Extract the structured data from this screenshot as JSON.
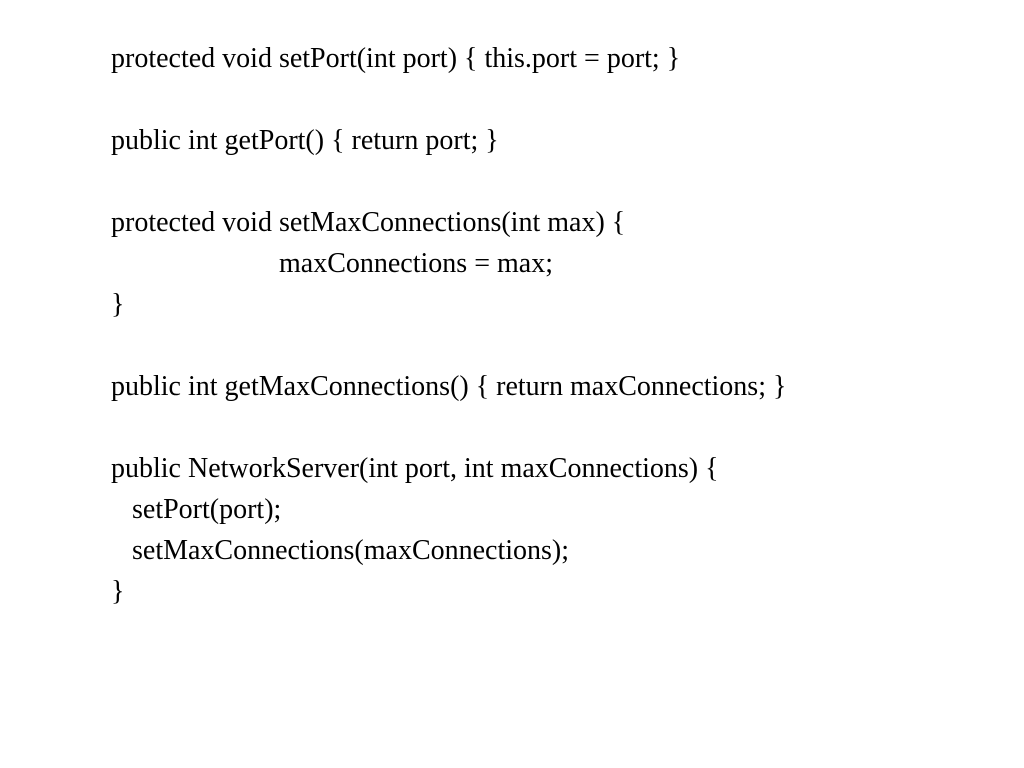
{
  "code_lines": [
    "protected void setPort(int port) { this.port = port; }",
    "",
    "public int getPort() { return port; }",
    "",
    "protected void setMaxConnections(int max) {",
    "                        maxConnections = max;",
    "}",
    "",
    "public int getMaxConnections() { return maxConnections; }",
    "",
    "public NetworkServer(int port, int maxConnections) {",
    "   setPort(port);",
    "   setMaxConnections(maxConnections);",
    "}"
  ]
}
